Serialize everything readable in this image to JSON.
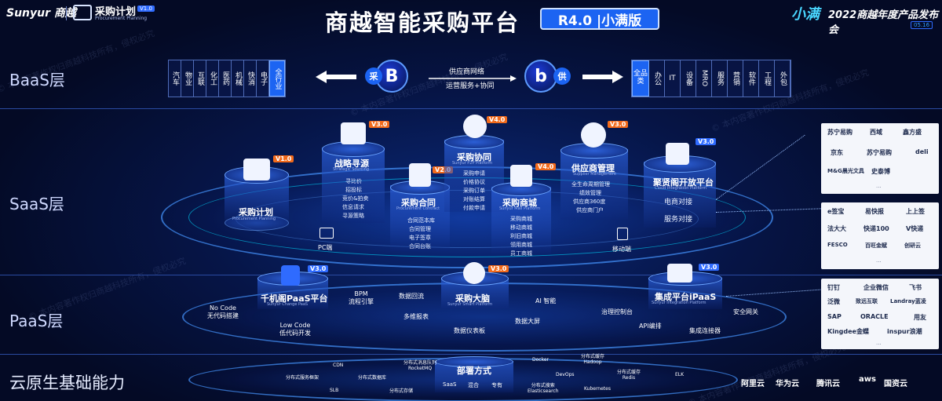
{
  "header": {
    "brand": "Sunyur 商越",
    "plan_title": "采购计划",
    "plan_sub": "Procurement Planning",
    "plan_version": "V1.0",
    "main_title": "商越智能采购平台",
    "version_box": "R4.0 |小满版",
    "event_logo": "小满",
    "event_title": "2022商越年度产品发布会",
    "event_date": "05.16"
  },
  "watermark": "© 本内容著作权归商越科技所有，侵权必究",
  "layers": {
    "baas": "BaaS层",
    "saas": "SaaS层",
    "paas": "PaaS层",
    "cloud": "云原生基础能力"
  },
  "baas": {
    "left_categories": [
      "汽车",
      "物业",
      "互联",
      "化工",
      "医药",
      "机械",
      "快消",
      "电子",
      "全行业"
    ],
    "right_categories": [
      "全品类",
      "办公",
      "IT",
      "设备",
      "MRO",
      "服务",
      "营销",
      "软件",
      "工程",
      "外包"
    ],
    "left_badge": "采",
    "left_letter": "B",
    "right_letter": "b",
    "right_badge": "供",
    "network_top": "供应商网络",
    "network_bottom": "运营服务+协同"
  },
  "saas": {
    "modules": [
      {
        "id": "plan",
        "title": "采购计划",
        "sub": "Procurement Planning",
        "version": "V1.0",
        "items": []
      },
      {
        "id": "sourcing",
        "title": "战略寻源",
        "sub": "Strategic Sourcing",
        "version": "V3.0",
        "items": [
          "寻比价",
          "招投标",
          "竞价&拍卖",
          "信息请求",
          "寻源策略"
        ]
      },
      {
        "id": "contract",
        "title": "采购合同",
        "sub": "Procurement Contract",
        "version": "V2.0",
        "items": [
          "合同范本库",
          "合同管理",
          "电子签章",
          "合同台账"
        ]
      },
      {
        "id": "p2p",
        "title": "采购协同",
        "sub": "Sunyur P2P Platform",
        "version": "V4.0",
        "items": [
          "采购申请",
          "价格协议",
          "采购订单",
          "对账结算",
          "付款申请"
        ]
      },
      {
        "id": "mall",
        "title": "采购商城",
        "sub": "Sunyur Mall Platform",
        "version": "V4.0",
        "items": [
          "采购商城",
          "移动商城",
          "利旧商城",
          "领用商城",
          "员工商城"
        ]
      },
      {
        "id": "supplier",
        "title": "供应商管理",
        "sub": "Supplier Management",
        "version": "V3.0",
        "items": [
          "全生命周期管理",
          "绩效管理",
          "供应商360度",
          "供应商门户"
        ]
      },
      {
        "id": "cloud",
        "title": "聚贤阁开放平台",
        "sub": "Cloud Integration Platform",
        "version": "V3.0",
        "items": [
          "电商对接",
          "服务对接"
        ]
      }
    ],
    "pc_label": "PC端",
    "mobile_label": "移动端"
  },
  "paas": {
    "change": {
      "title": "千机阁PaaS平台",
      "sub": "Sunyur Change PaaS",
      "version": "V3.0"
    },
    "brain": {
      "title": "采购大脑",
      "sub": "Sunyur Smart Platform",
      "version": "V3.0"
    },
    "integration": {
      "title": "集成平台iPaaS",
      "sub": "Sunyur Integration Platform",
      "version": "V3.0"
    },
    "items": {
      "nocode": "No Code\n无代码搭建",
      "lowcode": "Low Code\n低代码开发",
      "bpm": "BPM\n流程引擎",
      "review": "数据回流",
      "reports": "多维报表",
      "dashboard": "数据仪表板",
      "ai": "AI 智能",
      "bigscreen": "数据大屏",
      "console": "治理控制台",
      "api": "API编排",
      "connector": "集成连接器",
      "gateway": "安全网关"
    }
  },
  "cloud": {
    "deploy_title": "部署方式",
    "deploy_modes": [
      "SaaS",
      "混合",
      "专有"
    ],
    "items": [
      "CDN",
      "分布式消息队列\nRocketMQ",
      "Docker",
      "分布式缓存\nHadoop",
      "分布式服务框架",
      "分布式数据库",
      "DevOps",
      "分布式缓存\nRedis",
      "ELK",
      "SLB",
      "分布式存储",
      "分布式搜索\nElasticsearch",
      "Kubernetes"
    ],
    "vendors": [
      "阿里云",
      "华为云",
      "腾讯云",
      "aws",
      "国资云"
    ]
  },
  "partners": {
    "panel1": [
      "苏宁易购",
      "西域",
      "鑫方盛",
      "京东",
      "苏宁易购",
      "deli",
      "M&G晨光文具",
      "史泰博",
      "..."
    ],
    "panel2": [
      "e签宝",
      "易快报",
      "上上签",
      "法大大",
      "快递100",
      "V快递",
      "FESCO",
      "百旺金赋",
      "创研云",
      "..."
    ],
    "panel3": [
      "钉钉",
      "企业微信",
      "飞书",
      "泛微",
      "致远互联",
      "Landray蓝凌",
      "SAP",
      "ORACLE",
      "用友",
      "Kingdee金蝶",
      "inspur浪潮",
      "..."
    ]
  }
}
